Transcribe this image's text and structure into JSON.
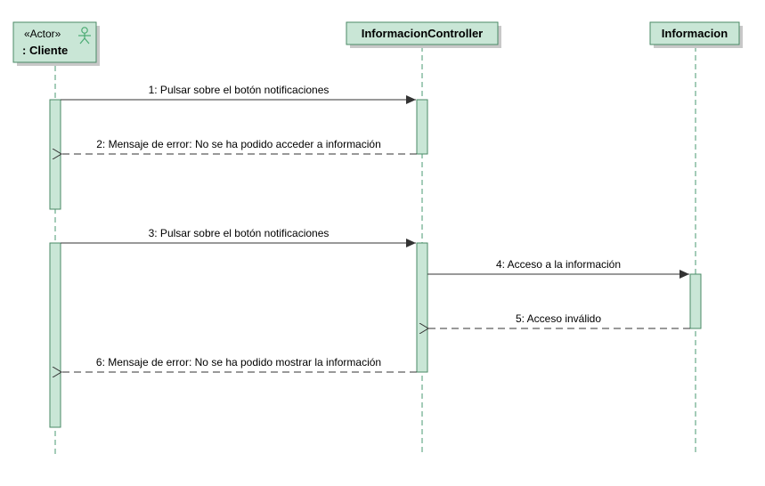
{
  "colors": {
    "box_fill": "#c9e6d6",
    "box_stroke": "#4a8a66",
    "box_shadow": "#c8c8c8",
    "lifeline": "#4a9a72",
    "activation_fill": "#c9e6d6",
    "activation_stroke": "#4a8a66",
    "actor_icon": "#4aaa72",
    "arrow": "#333333"
  },
  "participants": [
    {
      "id": "cliente",
      "stereotype": "«Actor»",
      "name": ": Cliente",
      "icon": "actor-stick-figure-icon"
    },
    {
      "id": "controller",
      "name": "InformacionController"
    },
    {
      "id": "informacion",
      "name": "Informacion"
    }
  ],
  "messages": [
    {
      "label": "1: Pulsar sobre el botón notificaciones",
      "from": "cliente",
      "to": "controller",
      "kind": "sync"
    },
    {
      "label": "2: Mensaje de error: No se ha podido acceder a información",
      "from": "controller",
      "to": "cliente",
      "kind": "return"
    },
    {
      "label": "3: Pulsar sobre el botón notificaciones",
      "from": "cliente",
      "to": "controller",
      "kind": "sync"
    },
    {
      "label": "4: Acceso a la información",
      "from": "controller",
      "to": "informacion",
      "kind": "sync"
    },
    {
      "label": "5: Acceso inválido",
      "from": "informacion",
      "to": "controller",
      "kind": "return"
    },
    {
      "label": "6: Mensaje de error: No se ha podido mostrar la información",
      "from": "controller",
      "to": "cliente",
      "kind": "return"
    }
  ]
}
